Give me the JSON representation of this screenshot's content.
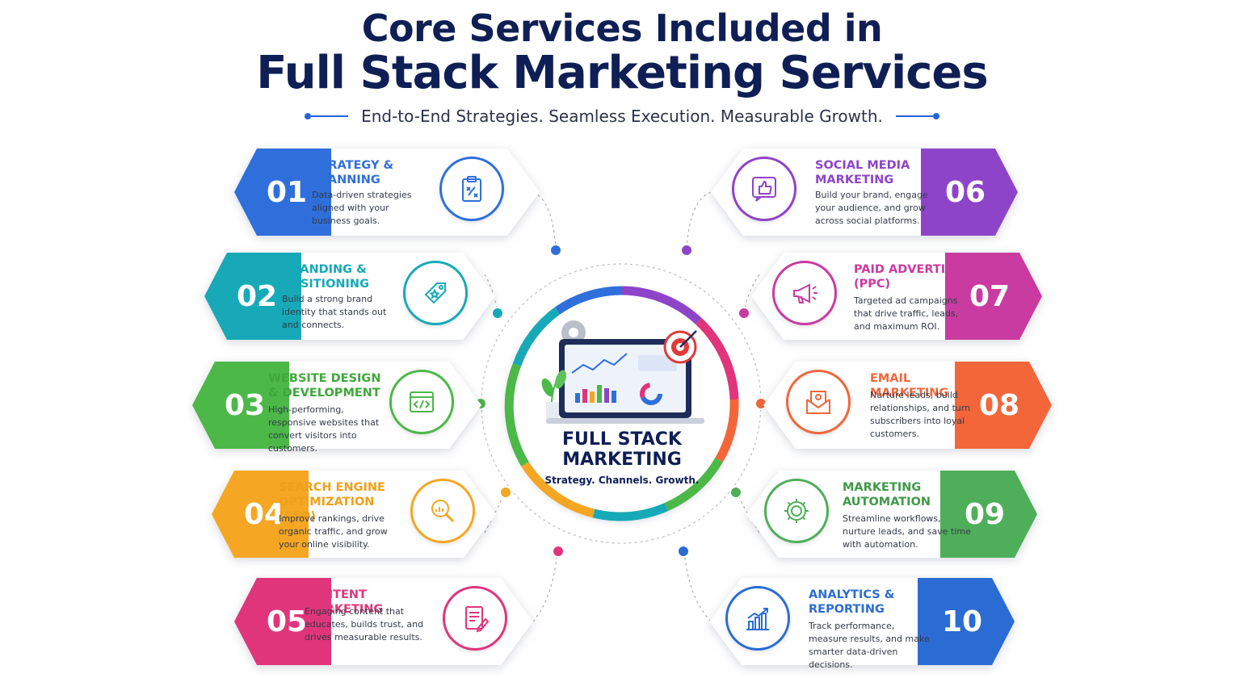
{
  "title_line1": "Core Services Included in",
  "title_line2": "Full Stack Marketing Services",
  "subtitle": "End-to-End Strategies. Seamless Execution. Measurable Growth.",
  "center": {
    "title_line1": "FULL STACK",
    "title_line2": "MARKETING",
    "tagline": "Strategy. Channels. Growth."
  },
  "services": [
    {
      "num": "01",
      "title": "STRATEGY & PLANNING",
      "desc": "Data-driven strategies aligned with your business goals.",
      "color": "#2f6fdc",
      "icon": "clipboard-strategy-icon"
    },
    {
      "num": "02",
      "title": "BRANDING & POSITIONING",
      "desc": "Build a strong brand identity that stands out and connects.",
      "color": "#17a9b7",
      "icon": "brand-tag-icon"
    },
    {
      "num": "03",
      "title": "WEBSITE DESIGN & DEVELOPMENT",
      "desc": "High-performing, responsive websites that convert visitors into customers.",
      "color": "#4cb848",
      "icon": "code-window-icon"
    },
    {
      "num": "04",
      "title": "SEARCH ENGINE OPTIMIZATION (SEO)",
      "desc": "Improve rankings, drive organic traffic, and grow your online visibility.",
      "color": "#f5a623",
      "icon": "magnifier-chart-icon"
    },
    {
      "num": "05",
      "title": "CONTENT MARKETING",
      "desc": "Engaging content that educates, builds trust, and drives measurable results.",
      "color": "#e0357a",
      "icon": "document-pen-icon"
    },
    {
      "num": "06",
      "title": "SOCIAL MEDIA MARKETING",
      "desc": "Build your brand, engage your audience, and grow across social platforms.",
      "color": "#8e44c8",
      "icon": "thumbs-up-icon"
    },
    {
      "num": "07",
      "title": "PAID ADVERTISING (PPC)",
      "desc": "Targeted ad campaigns that drive traffic, leads, and maximum ROI.",
      "color": "#c93ba0",
      "icon": "megaphone-icon"
    },
    {
      "num": "08",
      "title": "EMAIL MARKETING",
      "desc": "Nurture leads, build relationships, and turn subscribers into loyal customers.",
      "color": "#f2663a",
      "icon": "envelope-icon"
    },
    {
      "num": "09",
      "title": "MARKETING AUTOMATION",
      "desc": "Streamline workflows, nurture leads, and save time with automation.",
      "color": "#4fae5a",
      "icon": "gear-icon"
    },
    {
      "num": "10",
      "title": "ANALYTICS & REPORTING",
      "desc": "Track performance, measure results, and make smarter data-driven decisions.",
      "color": "#2b6cd4",
      "icon": "bar-chart-icon"
    }
  ]
}
